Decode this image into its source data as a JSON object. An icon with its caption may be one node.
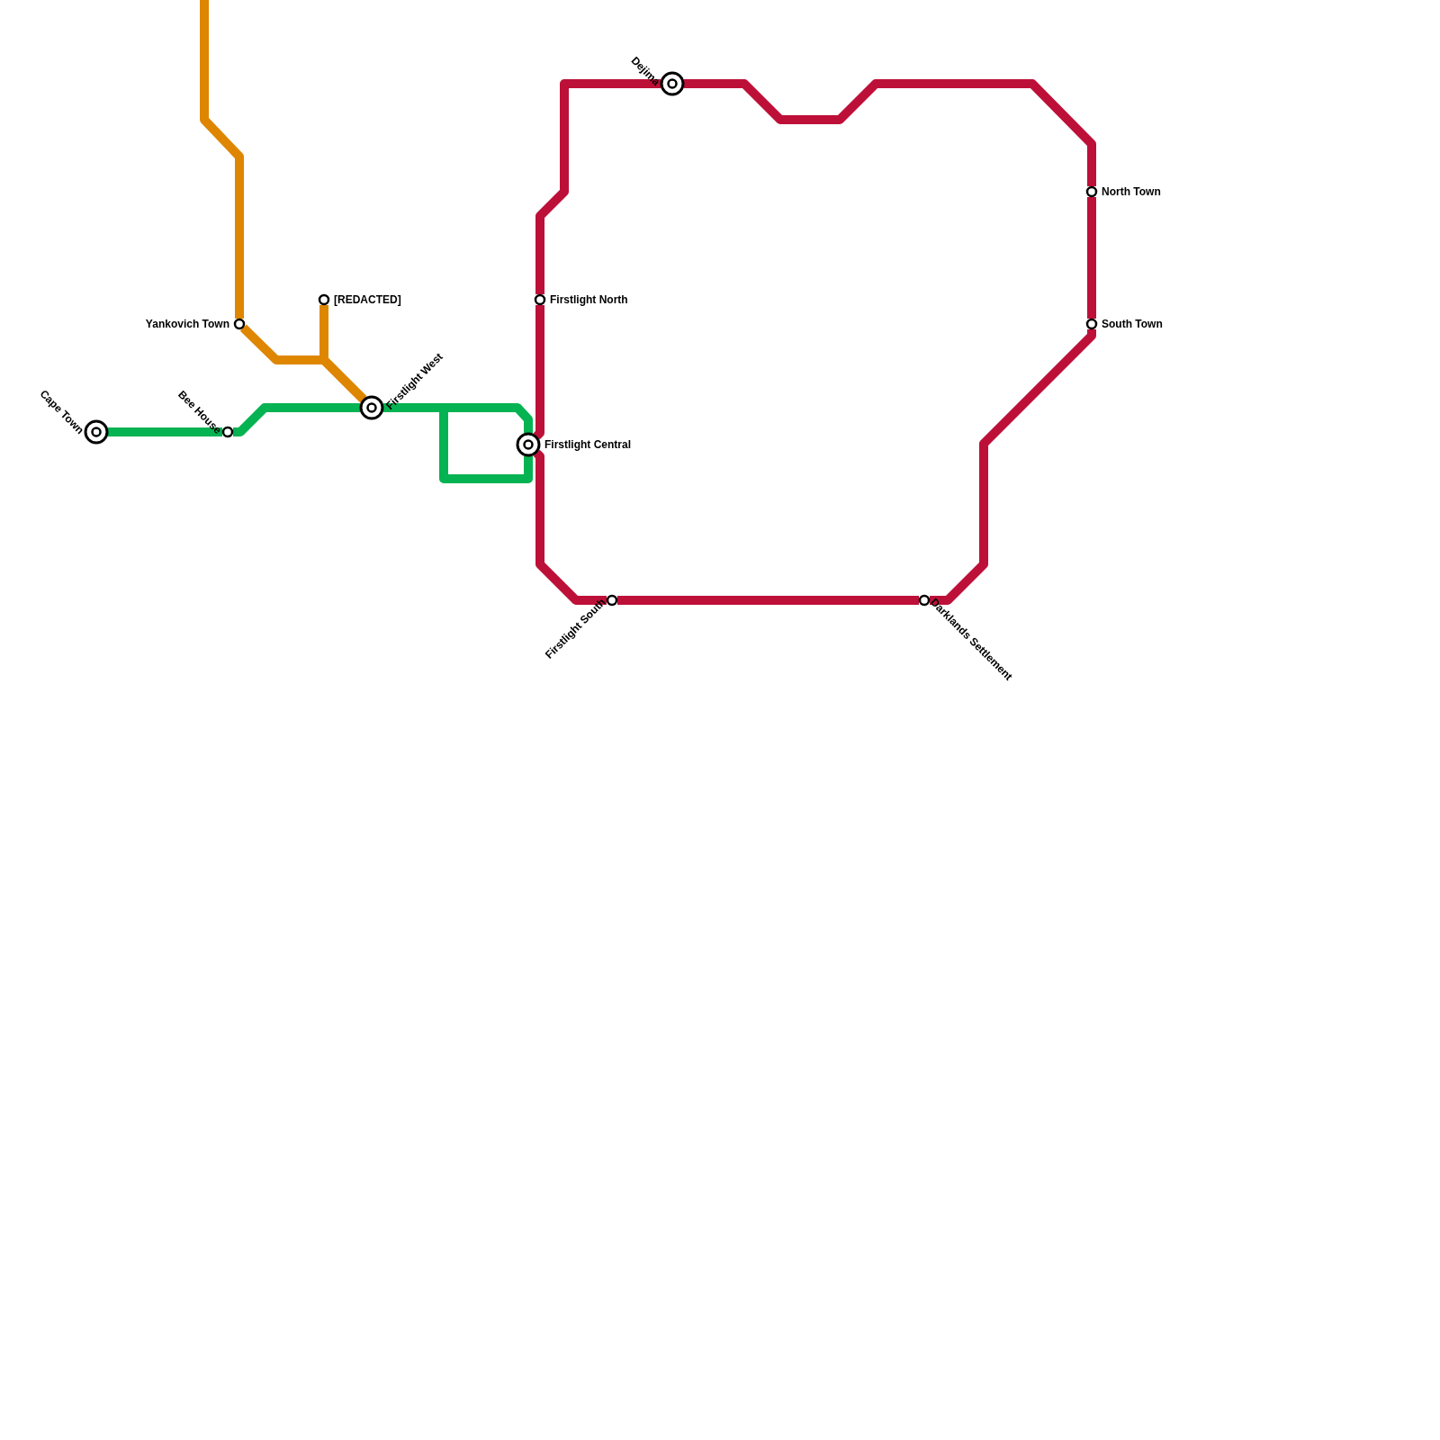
{
  "diagram": {
    "nodes": [
      {
        "text": [
          "Cape Town"
        ]
      },
      {
        "text": [
          "Bee House"
        ]
      },
      {
        "text": [
          "Yankovich Town"
        ]
      },
      {
        "text": [
          "[REDACTED]"
        ]
      },
      {
        "text": [
          "Firstlight West"
        ]
      },
      {
        "text": [
          "Firstlight Central"
        ]
      },
      {
        "text": [
          "Firstlight North"
        ]
      },
      {
        "text": [
          "Dejima"
        ]
      },
      {
        "text": [
          "North Town"
        ]
      },
      {
        "text": [
          "South Town"
        ]
      },
      {
        "text": [
          "Darklands Settlement"
        ]
      },
      {
        "text": [
          "Firstlight South"
        ]
      }
    ],
    "edges": [
      {
        "from": null,
        "to": 2,
        "arrow": "none",
        "color": "#df8600"
      },
      {
        "from": 2,
        "to": 4,
        "arrow": "none",
        "color": "#df8600"
      },
      {
        "from": 3,
        "to": 4,
        "arrow": "none",
        "color": "#df8600"
      },
      {
        "from": 0,
        "to": 1,
        "arrow": "none",
        "color": "#06b352"
      },
      {
        "from": 1,
        "to": 4,
        "arrow": "none",
        "color": "#06b352"
      },
      {
        "from": 4,
        "to": 5,
        "arrow": "none",
        "color": "#06b352"
      },
      {
        "from": 4,
        "to": 5,
        "arrow": "none",
        "color": "#06b352"
      },
      {
        "from": 5,
        "to": 6,
        "arrow": "none"
      },
      {
        "from": 6,
        "to": 7,
        "arrow": "none"
      },
      {
        "from": 7,
        "to": 8,
        "arrow": "none"
      },
      {
        "from": 8,
        "to": 9,
        "arrow": "none"
      },
      {
        "from": 9,
        "to": 10,
        "arrow": "none"
      },
      {
        "from": 10,
        "to": 11,
        "arrow": "none"
      },
      {
        "from": 11,
        "to": 5,
        "arrow": "none"
      }
    ]
  }
}
